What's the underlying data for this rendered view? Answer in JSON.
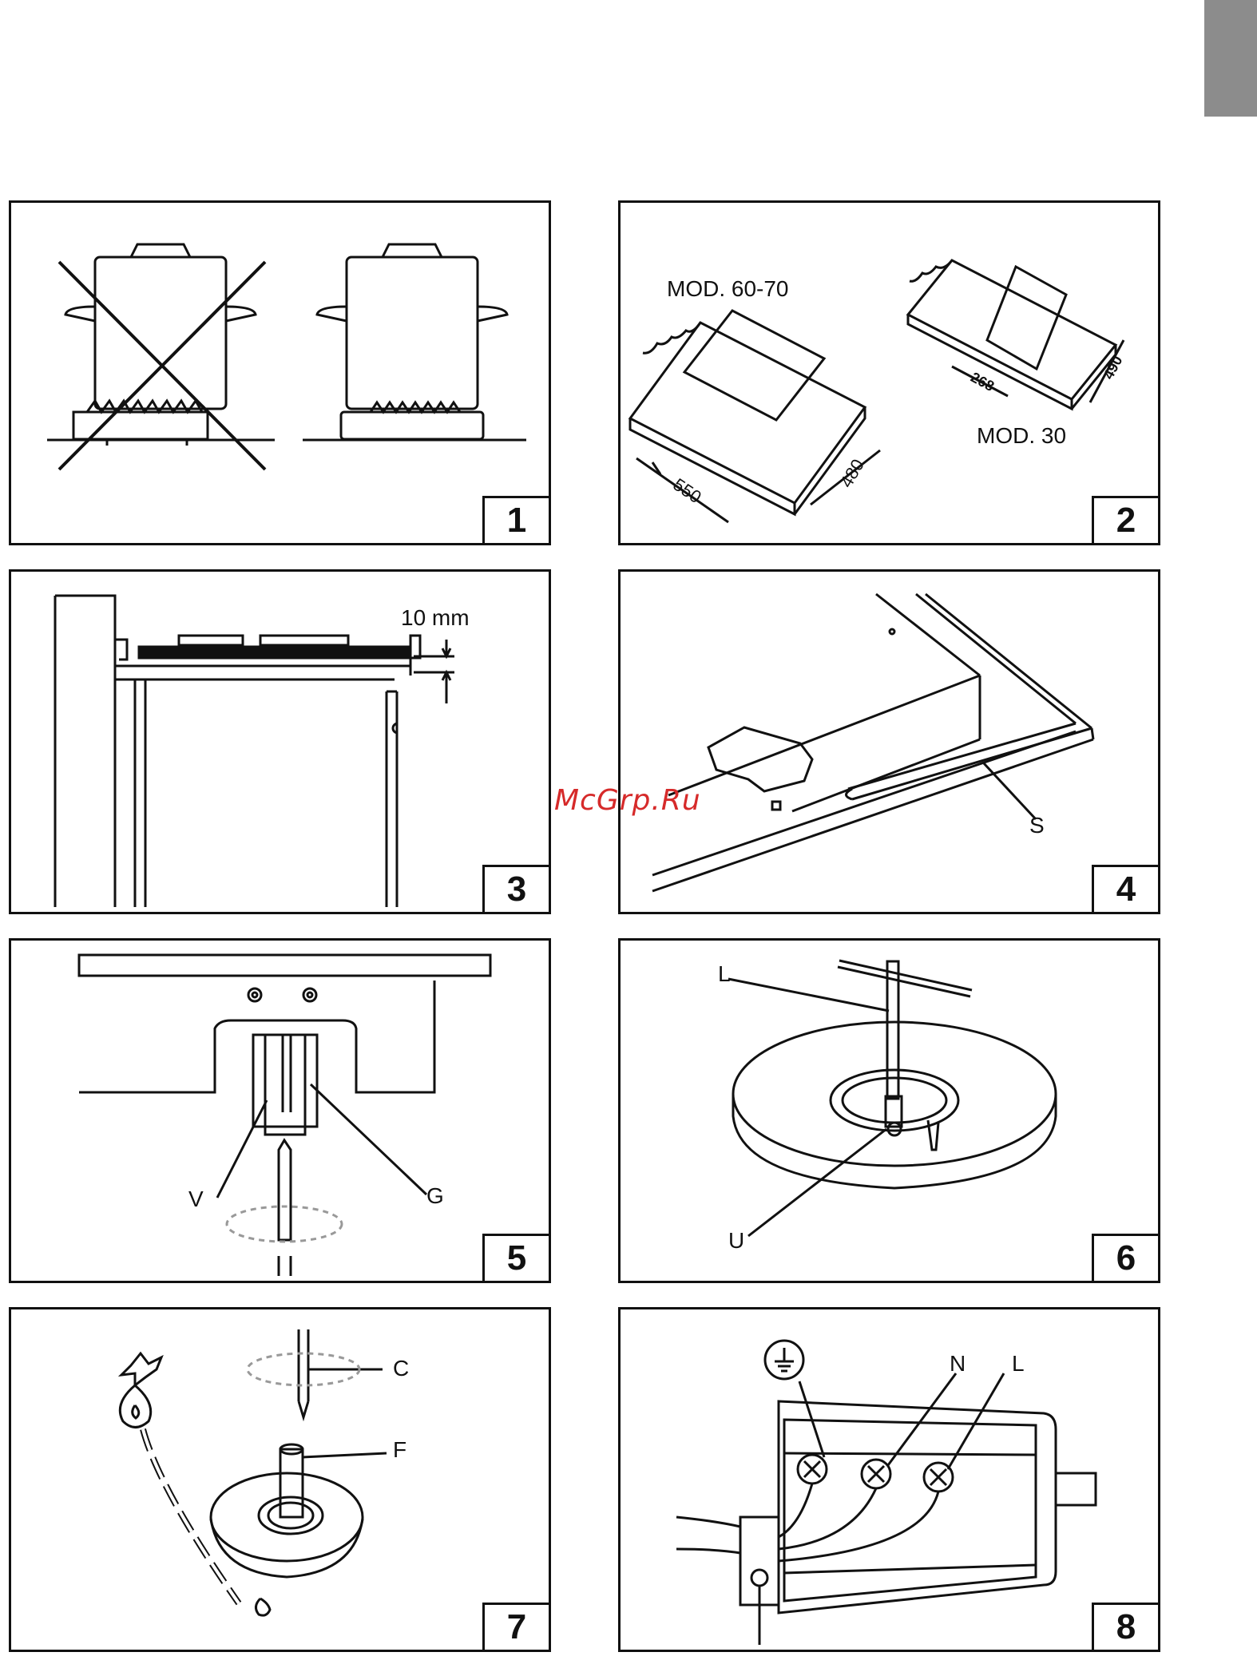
{
  "watermark": "McGrp.Ru",
  "panels": [
    {
      "number": "1"
    },
    {
      "number": "2",
      "labels": {
        "mod_large": "MOD. 60-70",
        "mod_small": "MOD. 30",
        "dim_550": "550",
        "dim_480": "480",
        "dim_268": "268",
        "dim_490": "490"
      }
    },
    {
      "number": "3",
      "labels": {
        "gap": "10 mm"
      }
    },
    {
      "number": "4",
      "labels": {
        "s": "S"
      }
    },
    {
      "number": "5",
      "labels": {
        "v": "V",
        "g": "G"
      }
    },
    {
      "number": "6",
      "labels": {
        "l": "L",
        "u": "U"
      }
    },
    {
      "number": "7",
      "labels": {
        "c": "C",
        "f": "F"
      }
    },
    {
      "number": "8",
      "labels": {
        "n": "N",
        "l": "L"
      }
    }
  ]
}
